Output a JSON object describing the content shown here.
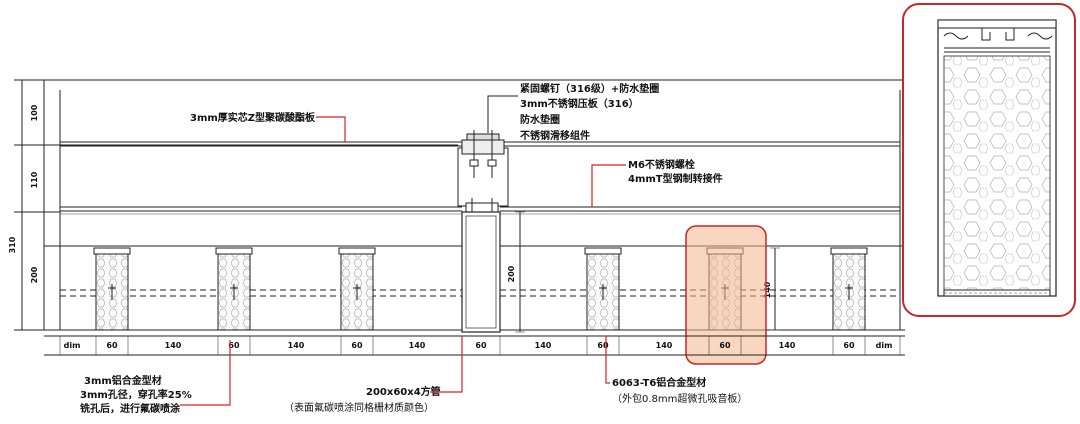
{
  "left_dims": {
    "d100": "100",
    "d110": "110",
    "d310": "310",
    "d200": "200"
  },
  "labels": {
    "panel": "3mm厚实芯Z型聚碳酸酯板",
    "screw": "紧固螺钉（316级）+防水垫圈",
    "plate": "3mm不锈钢压板（316）",
    "washer": "防水垫圈",
    "slider": "不锈钢滑移组件",
    "bolt": "M6不锈钢螺栓",
    "tconn": "4mmT型钢制转接件",
    "tube_dim": "200",
    "height_dim": "140",
    "al_line1": "3mm铝合金型材",
    "al_line2": "3mm孔径，穿孔率25%",
    "al_line3": "铣孔后，进行氟碳喷涂",
    "tube_line1": "200x60x4方管",
    "tube_line2": "（表面氟碳喷涂同格栅材质颜色）",
    "alloy_line1": "6063-T6铝合金型材",
    "alloy_line2": "（外包0.8mm超微孔吸音板）"
  },
  "bottom_dims": [
    "dim",
    "60",
    "140",
    "60",
    "140",
    "60",
    "140",
    "60",
    "140",
    "60",
    "140",
    "60",
    "140",
    "60",
    "dim"
  ]
}
